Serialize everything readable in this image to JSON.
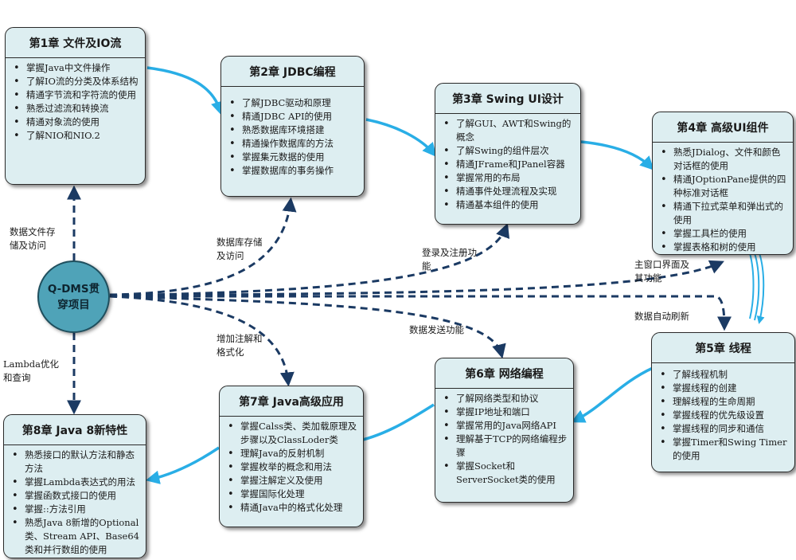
{
  "hub": {
    "label": "Q-DMS贯穿项目"
  },
  "chapters": [
    {
      "title": "第1章  文件及IO流",
      "items": [
        "掌握Java中文件操作",
        "了解IO流的分类及体系结构",
        "精通字节流和字符流的使用",
        "熟悉过滤流和转换流",
        "精通对象流的使用",
        "了解NIO和NIO.2"
      ]
    },
    {
      "title": "第2章  JDBC编程",
      "items": [
        "了解JDBC驱动和原理",
        "精通JDBC API的使用",
        "熟悉数据库环境搭建",
        "精通操作数据库的方法",
        "掌握集元数据的使用",
        "掌握数据库的事务操作"
      ]
    },
    {
      "title": "第3章  Swing UI设计",
      "items": [
        "了解GUI、AWT和Swing的概念",
        "了解Swing的组件层次",
        "精通JFrame和JPanel容器",
        "掌握常用的布局",
        "精通事件处理流程及实现",
        "精通基本组件的使用"
      ]
    },
    {
      "title": "第4章  高级UI组件",
      "items": [
        "熟悉JDialog、文件和颜色对话框的使用",
        "精通JOptionPane提供的四种标准对话框",
        "精通下拉式菜单和弹出式的使用",
        "掌握工具栏的使用",
        "掌握表格和树的使用"
      ]
    },
    {
      "title": "第5章  线程",
      "items": [
        "了解线程机制",
        "掌握线程的创建",
        "理解线程的生命周期",
        "掌握线程的优先级设置",
        "掌握线程的同步和通信",
        "掌握Timer和Swing Timer的使用"
      ]
    },
    {
      "title": "第6章  网络编程",
      "items": [
        "了解网络类型和协议",
        "掌握IP地址和端口",
        "掌握常用的Java网络API",
        "理解基于TCP的网络编程步骤",
        "掌握Socket和ServerSocket类的使用"
      ]
    },
    {
      "title": "第7章  Java高级应用",
      "items": [
        "掌握Calss类、类加载原理及步骤以及ClassLoder类",
        "理解Java的反射机制",
        "掌握枚举的概念和用法",
        "掌握注解定义及使用",
        "掌握国际化处理",
        "精通Java中的格式化处理"
      ]
    },
    {
      "title": "第8章  Java 8新特性",
      "items": [
        "熟悉接口的默认方法和静态方法",
        "掌握Lambda表达式的用法",
        "掌握函数式接口的使用",
        "掌握::方法引用",
        "熟悉Java 8新增的Optional类、Stream API、Base64类和并行数组的使用"
      ]
    }
  ],
  "links": [
    "数据文件存储及访问",
    "数据库存储及访问",
    "登录及注册功能",
    "主窗口界面及其功能",
    "数据自动刷新",
    "数据发送功能",
    "增加注解和格式化",
    "Lambda优化和查询"
  ],
  "colors": {
    "box_fill": "#ddeef1",
    "hub_fill": "#4fa3b8",
    "flow_arrow": "#29aee6",
    "link_arrow": "#1b3a63"
  }
}
